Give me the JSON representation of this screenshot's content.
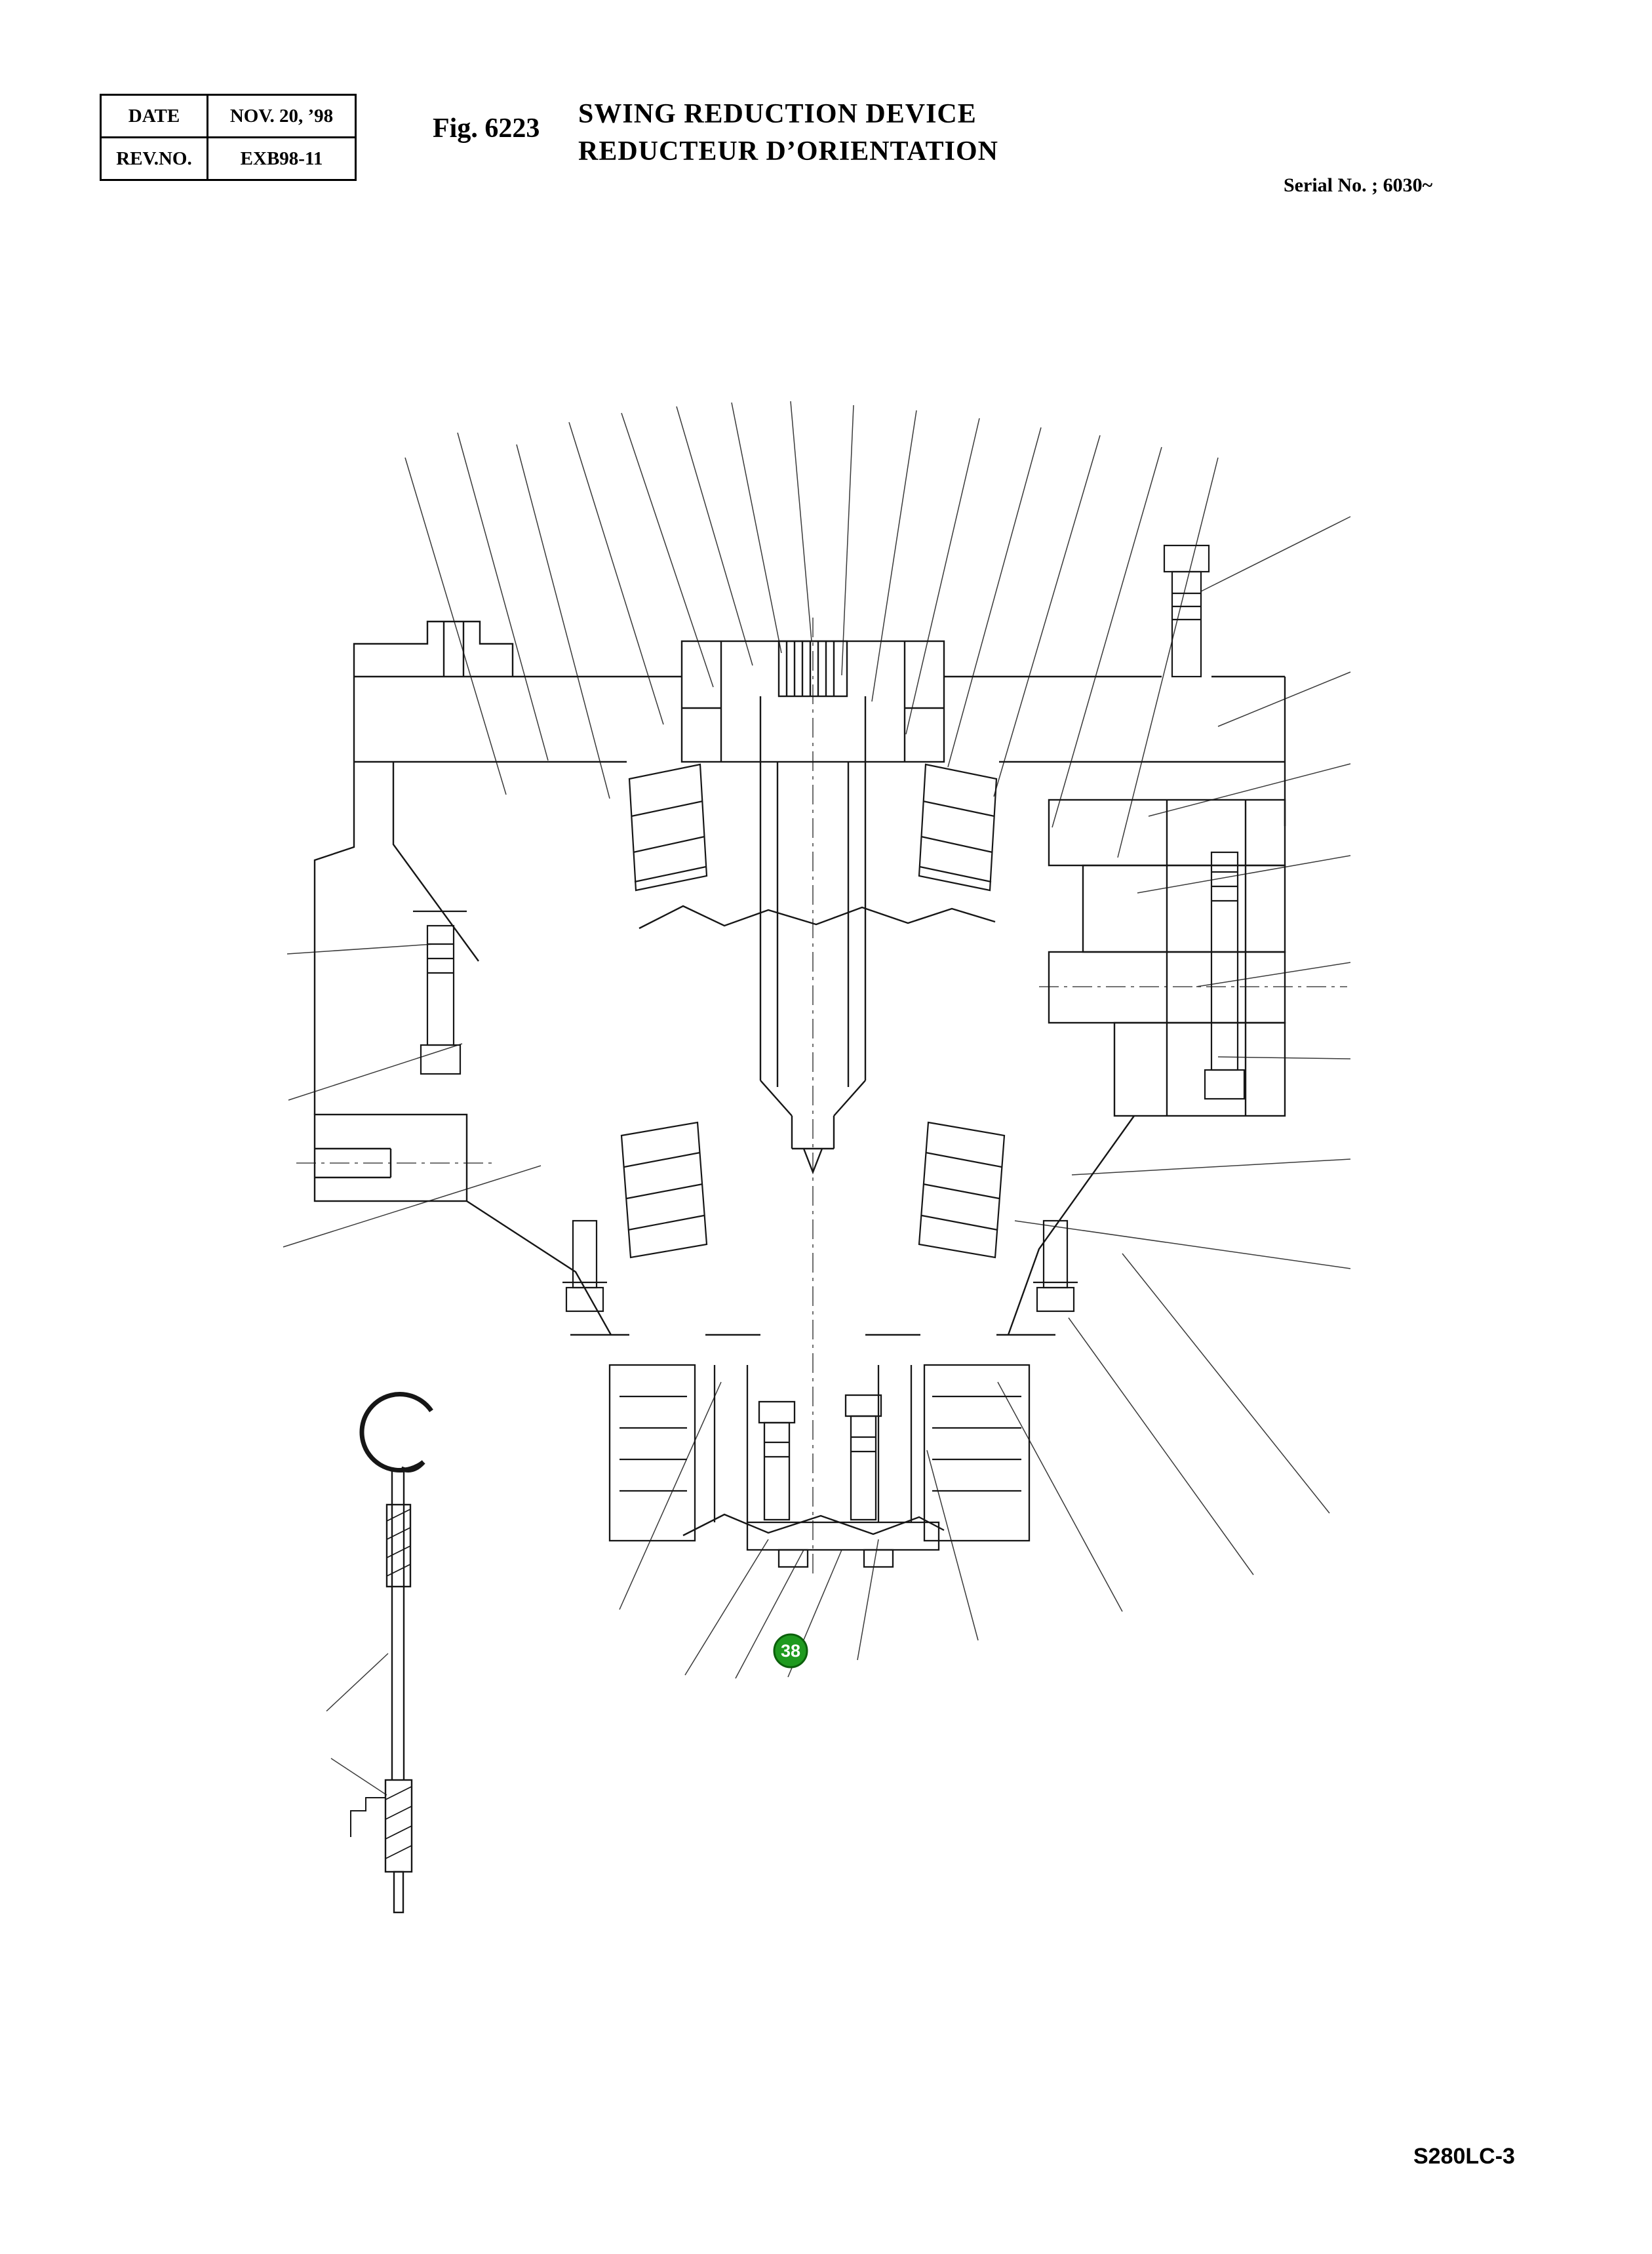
{
  "header": {
    "info_table": {
      "rows": [
        {
          "label": "DATE",
          "value": "NOV. 20, ’98"
        },
        {
          "label": "REV.NO.",
          "value": "EXB98-11"
        }
      ]
    },
    "figure_label": "Fig. 6223",
    "title_en": "SWING REDUCTION DEVICE",
    "title_fr": "REDUCTEUR D’ORIENTATION",
    "serial_no": "Serial No. ; 6030~"
  },
  "diagram": {
    "callouts": [
      {
        "number": "38",
        "color": "#1f9a1f",
        "border_color": "#0b5f0b"
      }
    ]
  },
  "footer": {
    "model": "S280LC-3"
  }
}
